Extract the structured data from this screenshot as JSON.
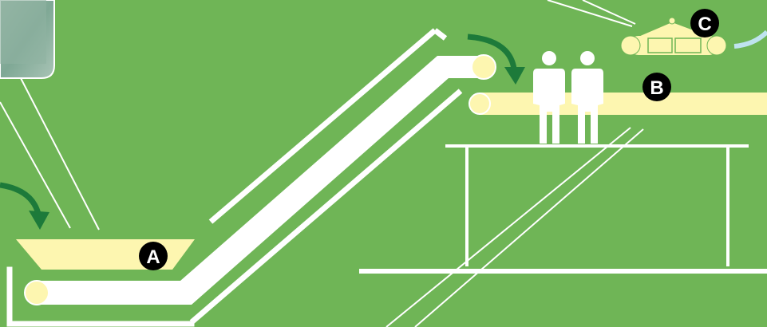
{
  "colors": {
    "background": "#6fb556",
    "belt": "#ffffff",
    "conveyor_fill": "#fdf6b0",
    "arrow": "#1d7a3a",
    "marker": "#000000",
    "outlet_pipe": "#bfe3ee"
  },
  "markers": {
    "a": "A",
    "b": "B",
    "c": "C"
  },
  "icons": {
    "arrow_hopper": "curved-arrow-down-icon",
    "arrow_transfer": "curved-arrow-down-icon",
    "worker": "person-icon"
  }
}
